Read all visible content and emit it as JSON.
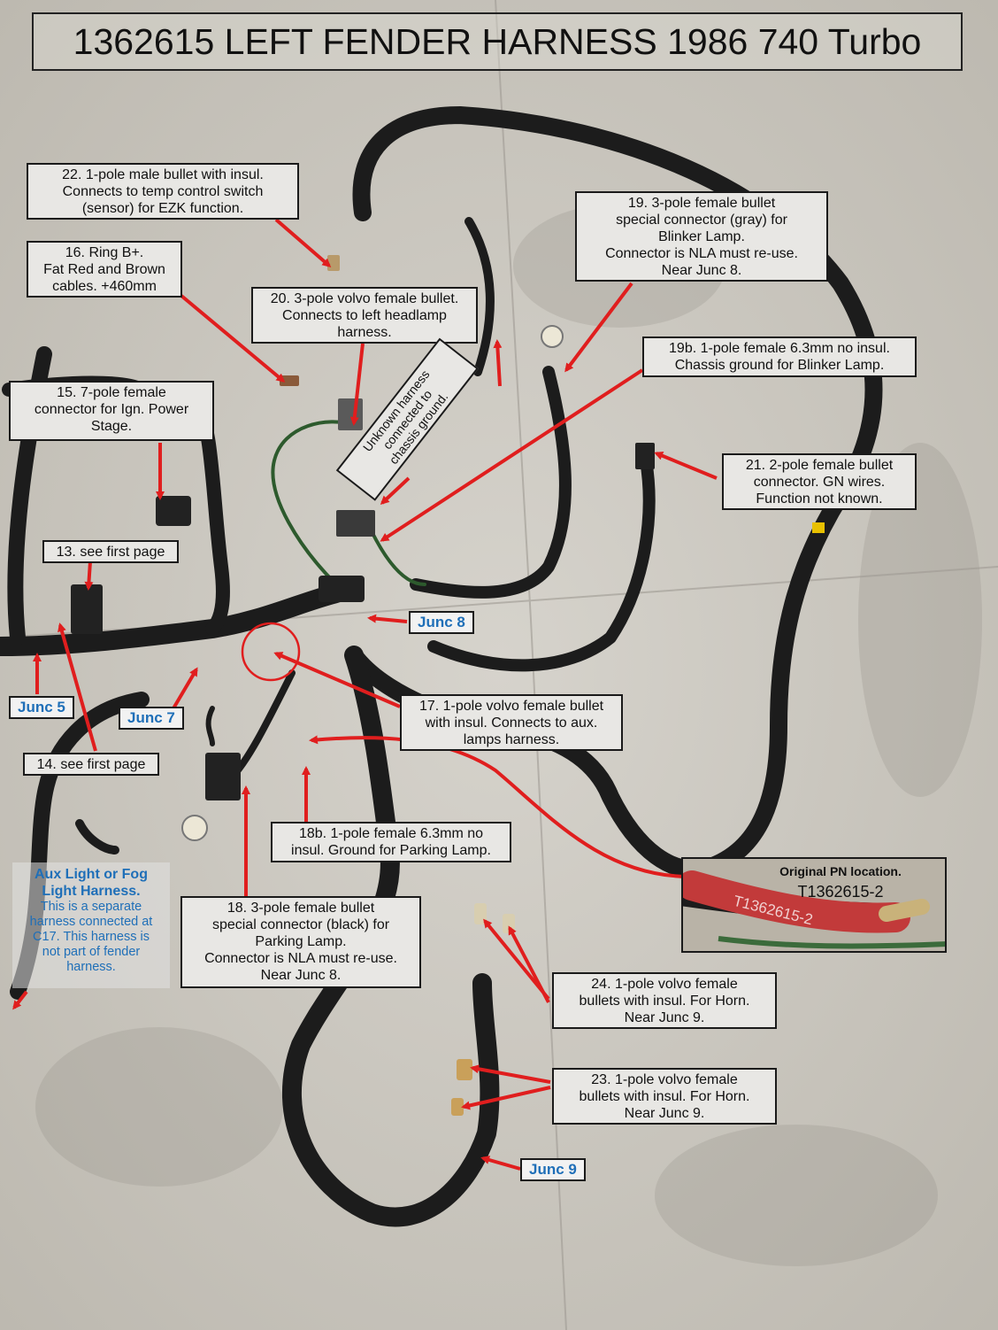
{
  "title": "1362615 LEFT FENDER HARNESS 1986 740 Turbo",
  "labels": {
    "l22": "22. 1-pole male bullet with insul.\nConnects to temp control switch\n(sensor) for EZK function.",
    "l19": "19. 3-pole female bullet\nspecial connector (gray) for\nBlinker Lamp.\nConnector is NLA must re-use.\nNear Junc 8.",
    "l16": "16. Ring B+.\nFat Red and  Brown\ncables. +460mm",
    "l20": "20. 3-pole volvo female bullet.\nConnects to left headlamp\nharness.",
    "l19b": "19b. 1-pole female 6.3mm no insul.\nChassis ground for Blinker Lamp.",
    "l15": "15. 7-pole female\nconnector for Ign. Power\nStage.",
    "unknown": "Unknown harness\nconnected to\nchassis ground.",
    "l21": "21. 2-pole female bullet\nconnector.  GN wires.\nFunction not known.",
    "l13": "13. see first page",
    "l17": "17. 1-pole volvo female bullet\nwith insul. Connects to aux.\nlamps harness.",
    "l14": "14. see first page",
    "l18b": "18b. 1-pole female 6.3mm no\ninsul. Ground for Parking Lamp.",
    "l18": "18. 3-pole female bullet\nspecial connector (black) for\nParking Lamp.\nConnector is NLA must re-use.\nNear Junc 8.",
    "l24": "24. 1-pole volvo female\nbullets with insul. For Horn.\nNear Junc 9.",
    "l23": "23. 1-pole volvo female\nbullets with insul. For Horn.\nNear Junc 9."
  },
  "juncs": {
    "j8": "Junc 8",
    "j5": "Junc 5",
    "j7": "Junc 7",
    "j9": "Junc 9"
  },
  "aux": {
    "title": "Aux Light or Fog\nLight Harness.",
    "body": "This is a separate\nharness connected at\nC17.  This harness is\nnot part of fender\nharness."
  },
  "inset": {
    "title": "Original PN location.",
    "pn": "T1362615-2",
    "sleeve_text": "T1362615-2"
  },
  "colors": {
    "arrow": "#e01e1e",
    "junc_text": "#1f6fb8",
    "cable": "#1c1c1c",
    "floor": "#cfccc4"
  }
}
